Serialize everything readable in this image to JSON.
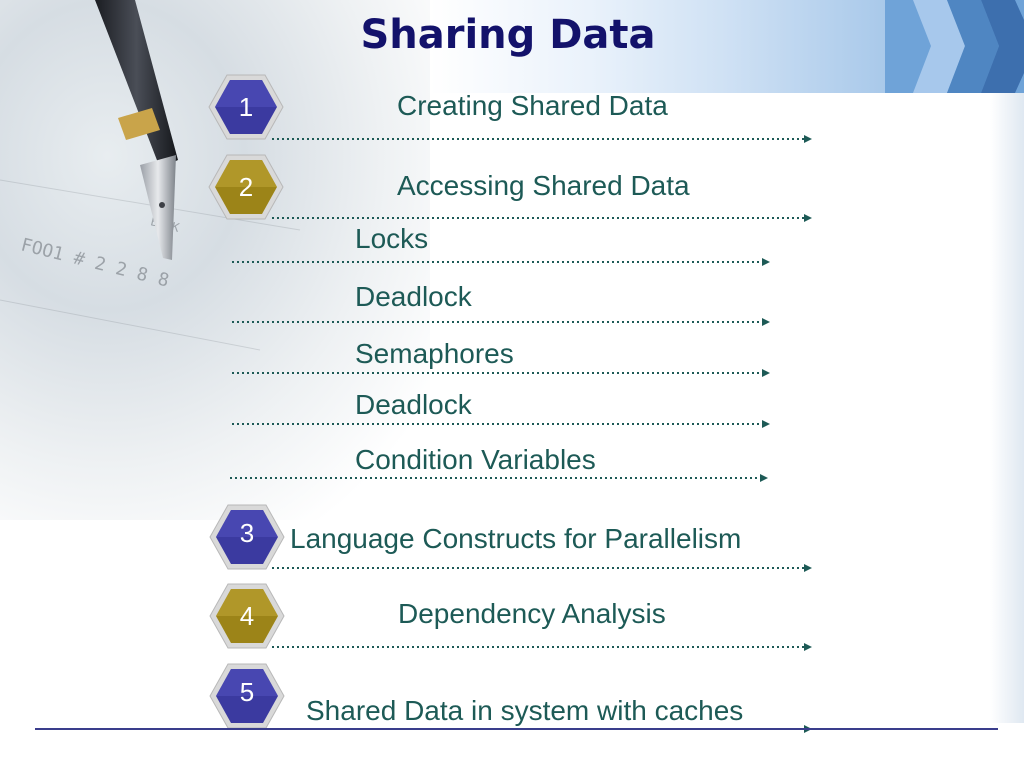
{
  "title": "Sharing Data",
  "items": [
    {
      "number": "1",
      "label": "Creating Shared Data"
    },
    {
      "number": "2",
      "label": "Accessing Shared Data"
    },
    {
      "number": "3",
      "label": "Language Constructs for Parallelism"
    },
    {
      "number": "4",
      "label": "Dependency Analysis"
    },
    {
      "number": "5",
      "label": "Shared Data in system with caches"
    }
  ],
  "subitems": [
    "Locks",
    "Deadlock",
    "Semaphores",
    "Deadlock",
    "Condition Variables"
  ],
  "colors": {
    "title": "#13126b",
    "text": "#1d5a56",
    "hex_purple": "#3b3aa0",
    "hex_gold": "#9c8418",
    "dots": "#1d5a56"
  },
  "icons": [
    "hexagon-badge-icon",
    "fountain-pen-photo"
  ]
}
